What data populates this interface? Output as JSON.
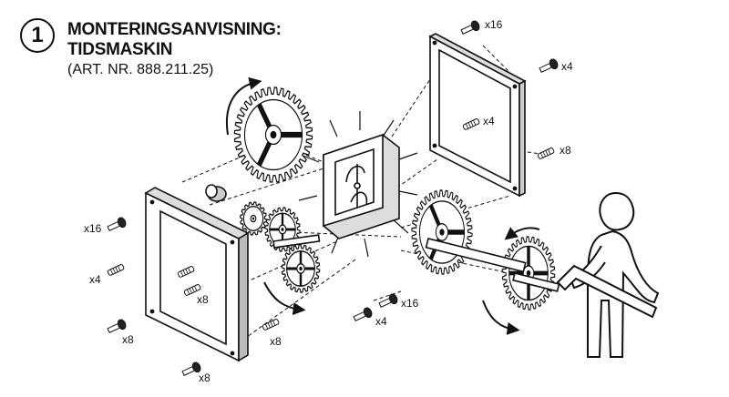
{
  "header": {
    "step_number": "1",
    "title_line1": "MONTERINGSANVISNING:",
    "title_line2": "TIDSMASKIN",
    "article_number": "(ART. NR. 888.211.25)"
  },
  "quantity_labels": {
    "screws_top_right": "x16",
    "screws_right_upper": "x4",
    "pins_frame_right": "x4",
    "pins_right_lower": "x8",
    "screws_left": "x16",
    "pins_left": "x4",
    "pins_frame_left": "x8",
    "screws_bottom_left": "x8",
    "pins_bottom_center": "x8",
    "screws_bottom_far": "x8",
    "screws_center": "x16",
    "pins_center": "x4"
  },
  "icons": [
    "gear-icon",
    "frame-icon",
    "core-module-icon",
    "screw-icon",
    "pin-icon",
    "person-icon",
    "crank-handle-icon",
    "rotation-arrow-icon"
  ]
}
